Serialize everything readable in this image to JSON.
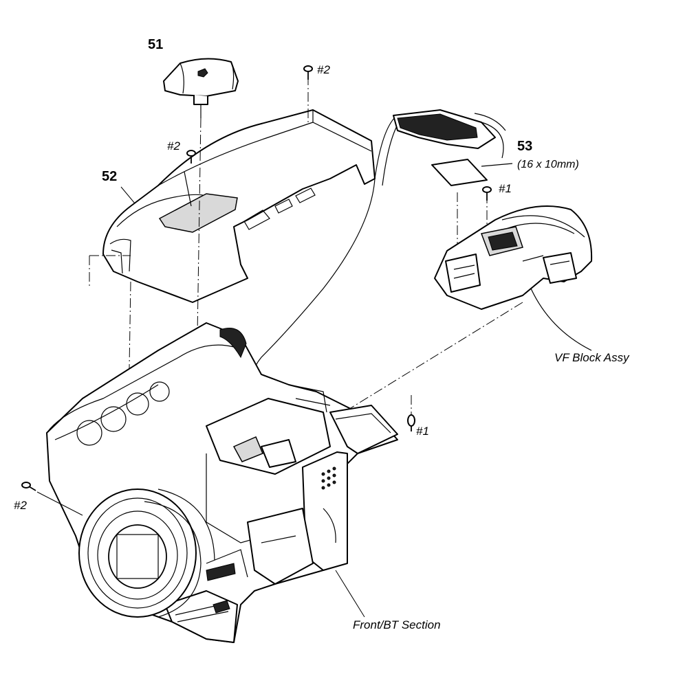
{
  "callouts": {
    "part_51": "51",
    "part_52": "52",
    "part_53": "53",
    "part_53_size": "(16 x 10mm)"
  },
  "screws": {
    "top_right": "#2",
    "top_left": "#2",
    "vf_block": "#1",
    "chassis_right": "#1",
    "lower_left": "#2"
  },
  "assemblies": {
    "vf_block": "VF Block Assy",
    "front_bt": "Front/BT Section"
  }
}
